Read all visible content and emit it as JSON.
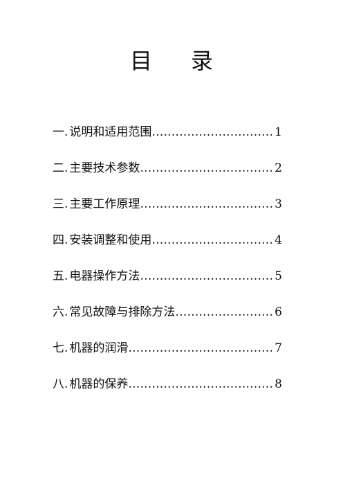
{
  "title": {
    "char1": "目",
    "char2": "录"
  },
  "toc": [
    {
      "num": "一.",
      "label": "说明和适用范围",
      "page": "1"
    },
    {
      "num": "二.",
      "label": "主要技术参数",
      "page": "2"
    },
    {
      "num": "三.",
      "label": "主要工作原理",
      "page": "3"
    },
    {
      "num": "四.",
      "label": "安装调整和使用",
      "page": "4"
    },
    {
      "num": "五.",
      "label": "电器操作方法",
      "page": "5"
    },
    {
      "num": "六.",
      "label": "常见故障与排除方法",
      "page": "6"
    },
    {
      "num": "七.",
      "label": "机器的润滑",
      "page": "7"
    },
    {
      "num": "八.",
      "label": "机器的保养",
      "page": "8"
    }
  ]
}
